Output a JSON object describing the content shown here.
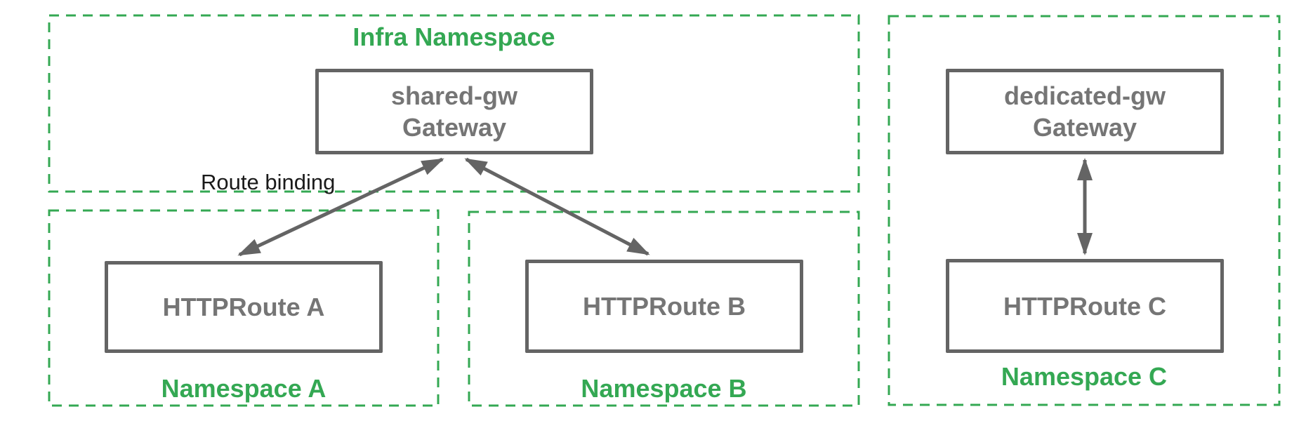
{
  "namespaces": {
    "infra": {
      "label": "Infra Namespace",
      "nodes": {
        "shared_gw": {
          "name": "shared-gw",
          "kind": "Gateway"
        }
      }
    },
    "a": {
      "label": "Namespace A",
      "nodes": {
        "httproute_a": {
          "label": "HTTPRoute A"
        }
      }
    },
    "b": {
      "label": "Namespace B",
      "nodes": {
        "httproute_b": {
          "label": "HTTPRoute B"
        }
      }
    },
    "c": {
      "label": "Namespace C",
      "nodes": {
        "dedicated_gw": {
          "name": "dedicated-gw",
          "kind": "Gateway"
        },
        "httproute_c": {
          "label": "HTTPRoute C"
        }
      }
    }
  },
  "annotations": {
    "route_binding": "Route binding"
  },
  "colors": {
    "namespace_green": "#34A853",
    "node_border_gray": "#646464",
    "node_text_gray": "#757575",
    "arrow_gray": "#646464",
    "annotation_black": "#1A1A1A"
  }
}
